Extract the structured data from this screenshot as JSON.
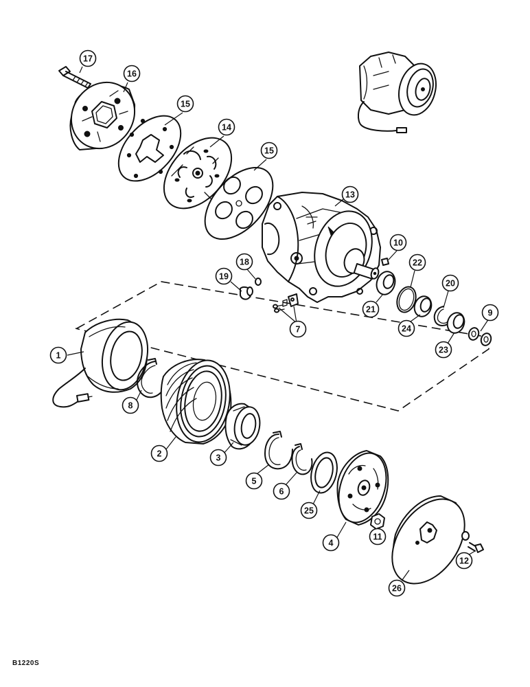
{
  "diagram": {
    "figure_code": "B1220S",
    "callouts": [
      {
        "id": "c17",
        "label": "17"
      },
      {
        "id": "c16",
        "label": "16"
      },
      {
        "id": "c15a",
        "label": "15"
      },
      {
        "id": "c14",
        "label": "14"
      },
      {
        "id": "c15b",
        "label": "15"
      },
      {
        "id": "c13",
        "label": "13"
      },
      {
        "id": "c10",
        "label": "10"
      },
      {
        "id": "c18",
        "label": "18"
      },
      {
        "id": "c19",
        "label": "19"
      },
      {
        "id": "c22",
        "label": "22"
      },
      {
        "id": "c20",
        "label": "20"
      },
      {
        "id": "c21",
        "label": "21"
      },
      {
        "id": "c7",
        "label": "7"
      },
      {
        "id": "c24",
        "label": "24"
      },
      {
        "id": "c9",
        "label": "9"
      },
      {
        "id": "c23",
        "label": "23"
      },
      {
        "id": "c1",
        "label": "1"
      },
      {
        "id": "c8",
        "label": "8"
      },
      {
        "id": "c2",
        "label": "2"
      },
      {
        "id": "c3",
        "label": "3"
      },
      {
        "id": "c5",
        "label": "5"
      },
      {
        "id": "c6",
        "label": "6"
      },
      {
        "id": "c25",
        "label": "25"
      },
      {
        "id": "c4",
        "label": "4"
      },
      {
        "id": "c11",
        "label": "11"
      },
      {
        "id": "c12",
        "label": "12"
      },
      {
        "id": "c26",
        "label": "26"
      }
    ]
  }
}
